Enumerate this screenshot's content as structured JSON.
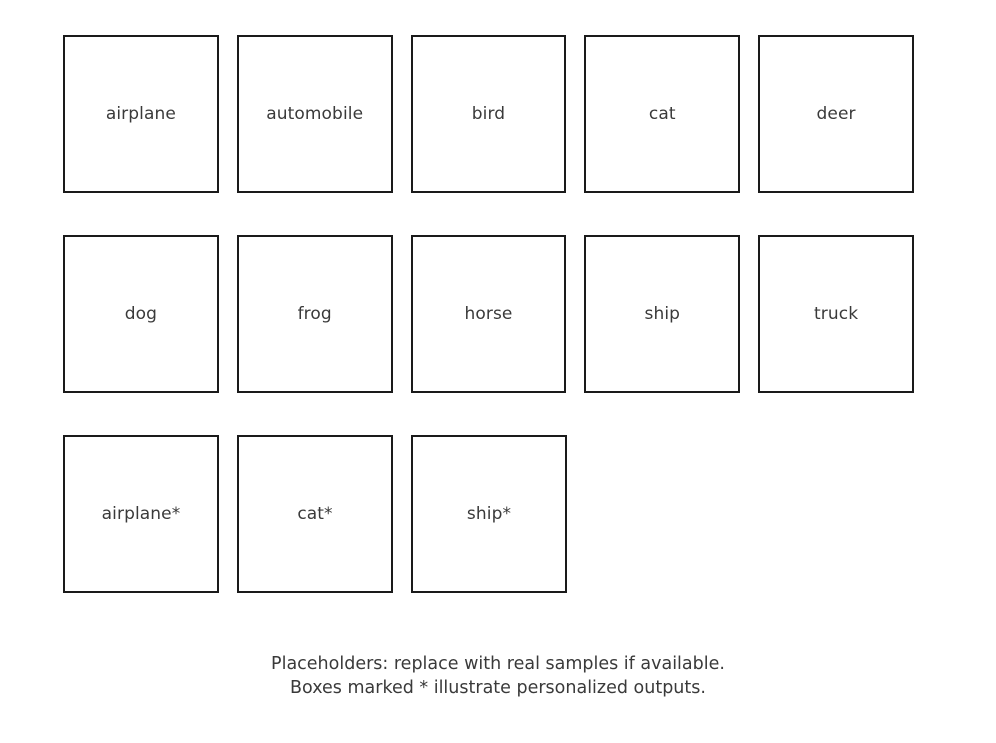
{
  "figure": {
    "background_color": "#ffffff",
    "box_border_color": "#1a1a1a",
    "text_color": "#3a3a3a"
  },
  "grid": {
    "rows": [
      {
        "row_name": "row-1",
        "boxes": [
          {
            "label": "airplane",
            "personalized": false
          },
          {
            "label": "automobile",
            "personalized": false
          },
          {
            "label": "bird",
            "personalized": false
          },
          {
            "label": "cat",
            "personalized": false
          },
          {
            "label": "deer",
            "personalized": false
          }
        ]
      },
      {
        "row_name": "row-2",
        "boxes": [
          {
            "label": "dog",
            "personalized": false
          },
          {
            "label": "frog",
            "personalized": false
          },
          {
            "label": "horse",
            "personalized": false
          },
          {
            "label": "ship",
            "personalized": false
          },
          {
            "label": "truck",
            "personalized": false
          }
        ]
      },
      {
        "row_name": "row-3",
        "boxes": [
          {
            "label": "airplane*",
            "personalized": true
          },
          {
            "label": "cat*",
            "personalized": true
          },
          {
            "label": "ship*",
            "personalized": true
          }
        ]
      }
    ]
  },
  "caption": {
    "line1": "Placeholders: replace with real samples if available.",
    "line2": "Boxes marked * illustrate personalized outputs."
  }
}
